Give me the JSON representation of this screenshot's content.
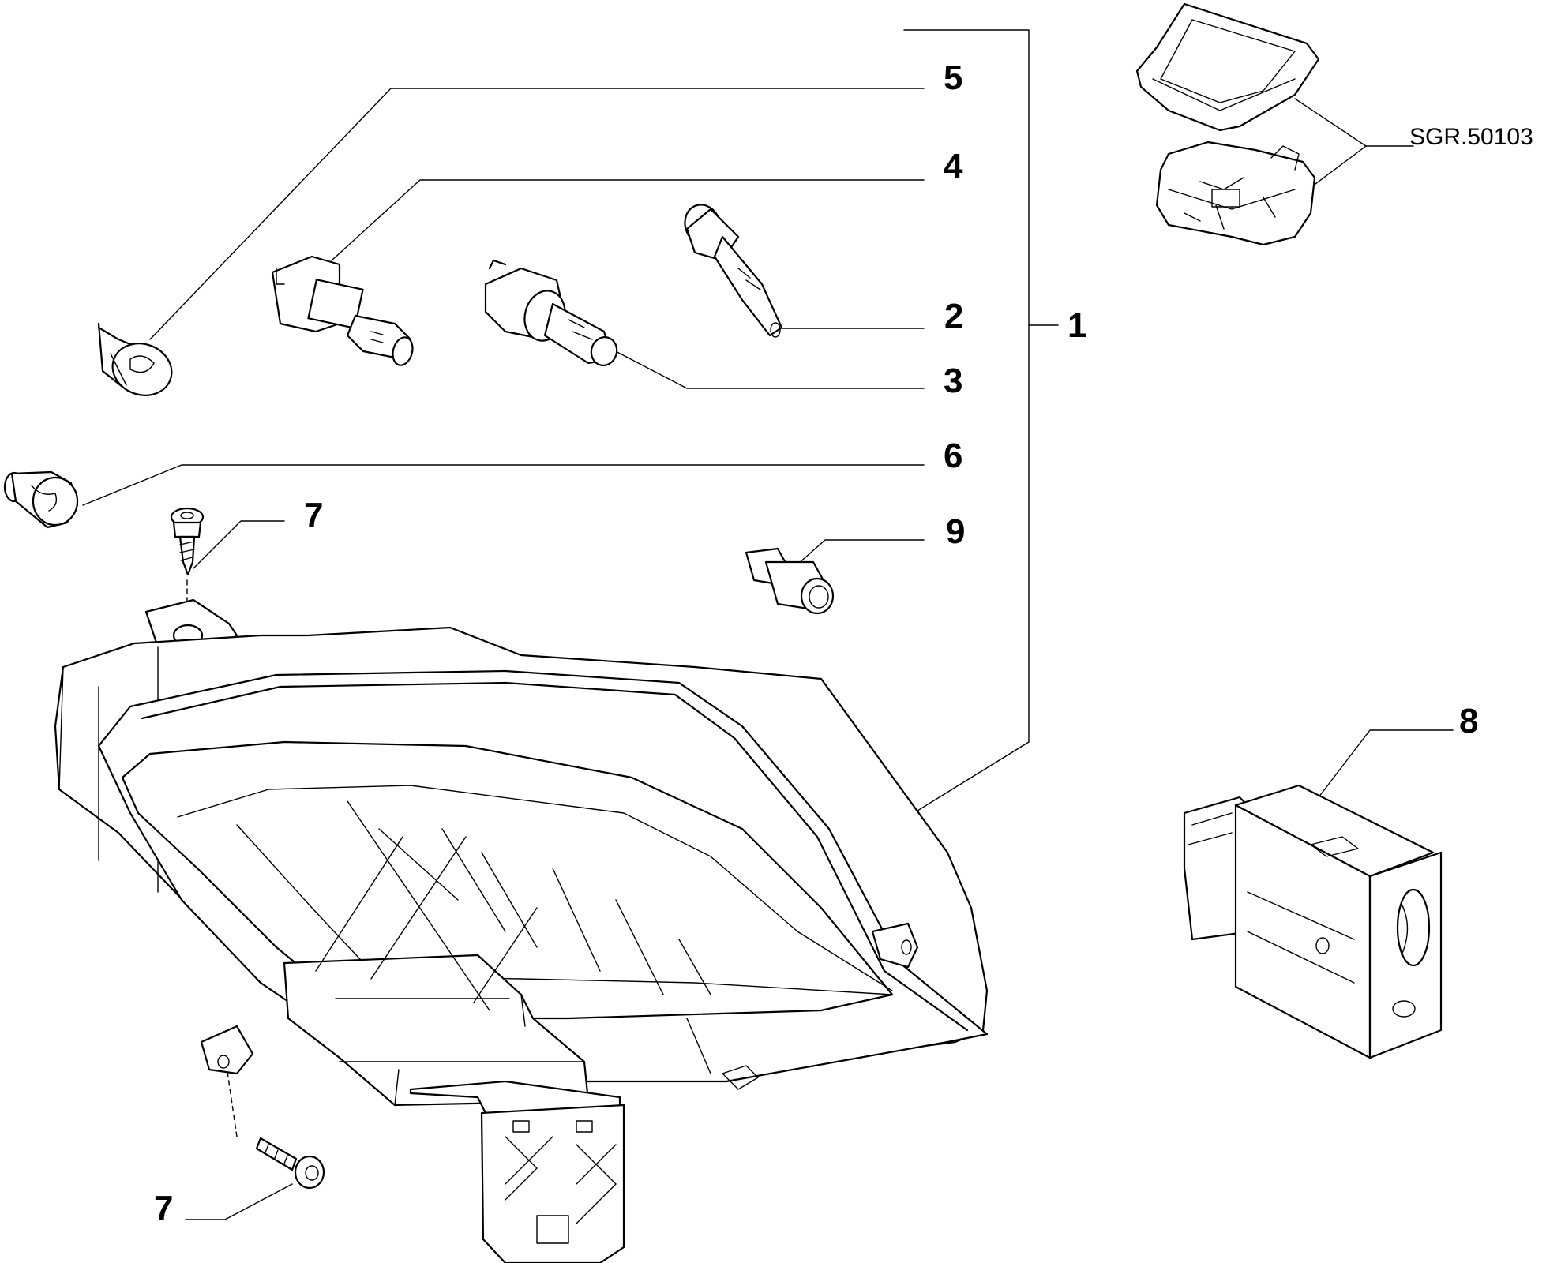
{
  "diagram": {
    "reference_code": "SGR.50103",
    "callouts": [
      {
        "id": "c1",
        "label": "1"
      },
      {
        "id": "c2",
        "label": "2"
      },
      {
        "id": "c3",
        "label": "3"
      },
      {
        "id": "c4",
        "label": "4"
      },
      {
        "id": "c5",
        "label": "5"
      },
      {
        "id": "c6",
        "label": "6"
      },
      {
        "id": "c7a",
        "label": "7"
      },
      {
        "id": "c7b",
        "label": "7"
      },
      {
        "id": "c8",
        "label": "8"
      },
      {
        "id": "c9",
        "label": "9"
      }
    ]
  }
}
